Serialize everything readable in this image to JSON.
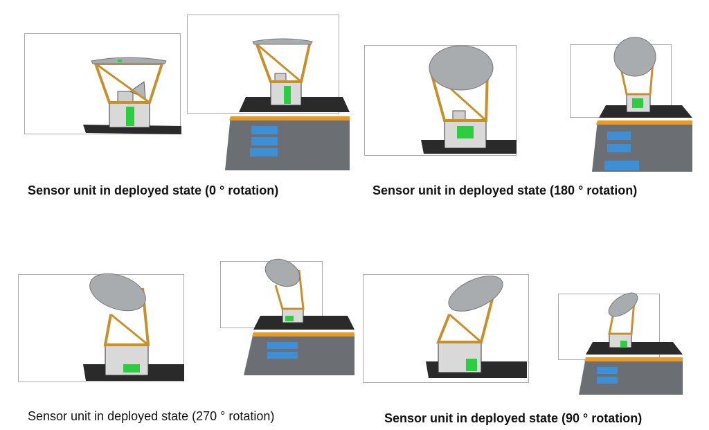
{
  "captions": {
    "deg0": "Sensor unit in deployed state (0 ° rotation)",
    "deg180": "Sensor unit in deployed state (180 ° rotation)",
    "deg270": "Sensor unit in deployed state (270 ° rotation)",
    "deg90": "Sensor unit in deployed state (90 ° rotation)"
  },
  "colors": {
    "frame_border": "#a9a9a9",
    "truss": "#c8902a",
    "dish": "#a8acaf",
    "base": "#2a2a2a",
    "module": "#2ecc40",
    "deck": "#6b6e72",
    "panel": "#3f8fd6",
    "stripe": "#e89a22"
  },
  "icons": [
    "sensor-unit-render",
    "rover-deck-render"
  ]
}
